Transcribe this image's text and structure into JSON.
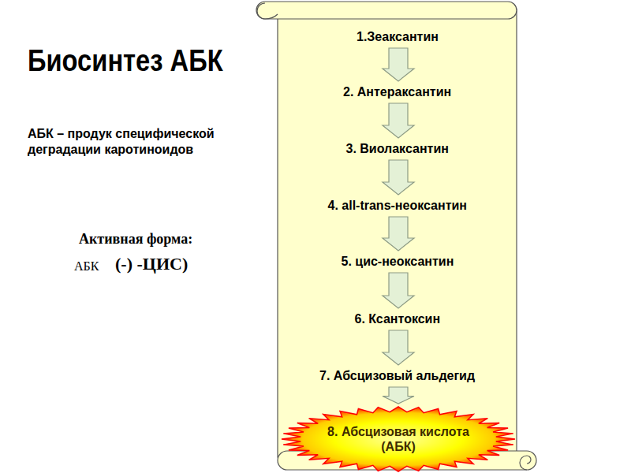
{
  "diagram": {
    "title": "Биосинтез АБК",
    "nodes": [
      {
        "text": [
          "1.Зеаксантин"
        ]
      },
      {
        "text": [
          "2. Антераксантин"
        ]
      },
      {
        "text": [
          "3. Виолаксантин"
        ]
      },
      {
        "text": [
          "4. all-trans-неоксантин"
        ]
      },
      {
        "text": [
          "5. цис-неоксантин"
        ]
      },
      {
        "text": [
          "6. Ксантоксин"
        ]
      },
      {
        "text": [
          "7. Абсцизовый альдегид"
        ]
      },
      {
        "text": [
          "8. Абсцизовая кислота (АБК)"
        ]
      }
    ],
    "edges": [
      {
        "from": 0,
        "to": 1,
        "arrow": "to"
      },
      {
        "from": 1,
        "to": 2,
        "arrow": "to"
      },
      {
        "from": 2,
        "to": 3,
        "arrow": "to"
      },
      {
        "from": 3,
        "to": 4,
        "arrow": "to"
      },
      {
        "from": 4,
        "to": 5,
        "arrow": "to"
      },
      {
        "from": 5,
        "to": 6,
        "arrow": "to"
      },
      {
        "from": 6,
        "to": 7,
        "arrow": "to"
      }
    ],
    "labels": [
      "АБК – продук специфической деградации каротиноидов",
      "Активная форма:",
      "АБК",
      "(-) -ЦИС)"
    ]
  }
}
